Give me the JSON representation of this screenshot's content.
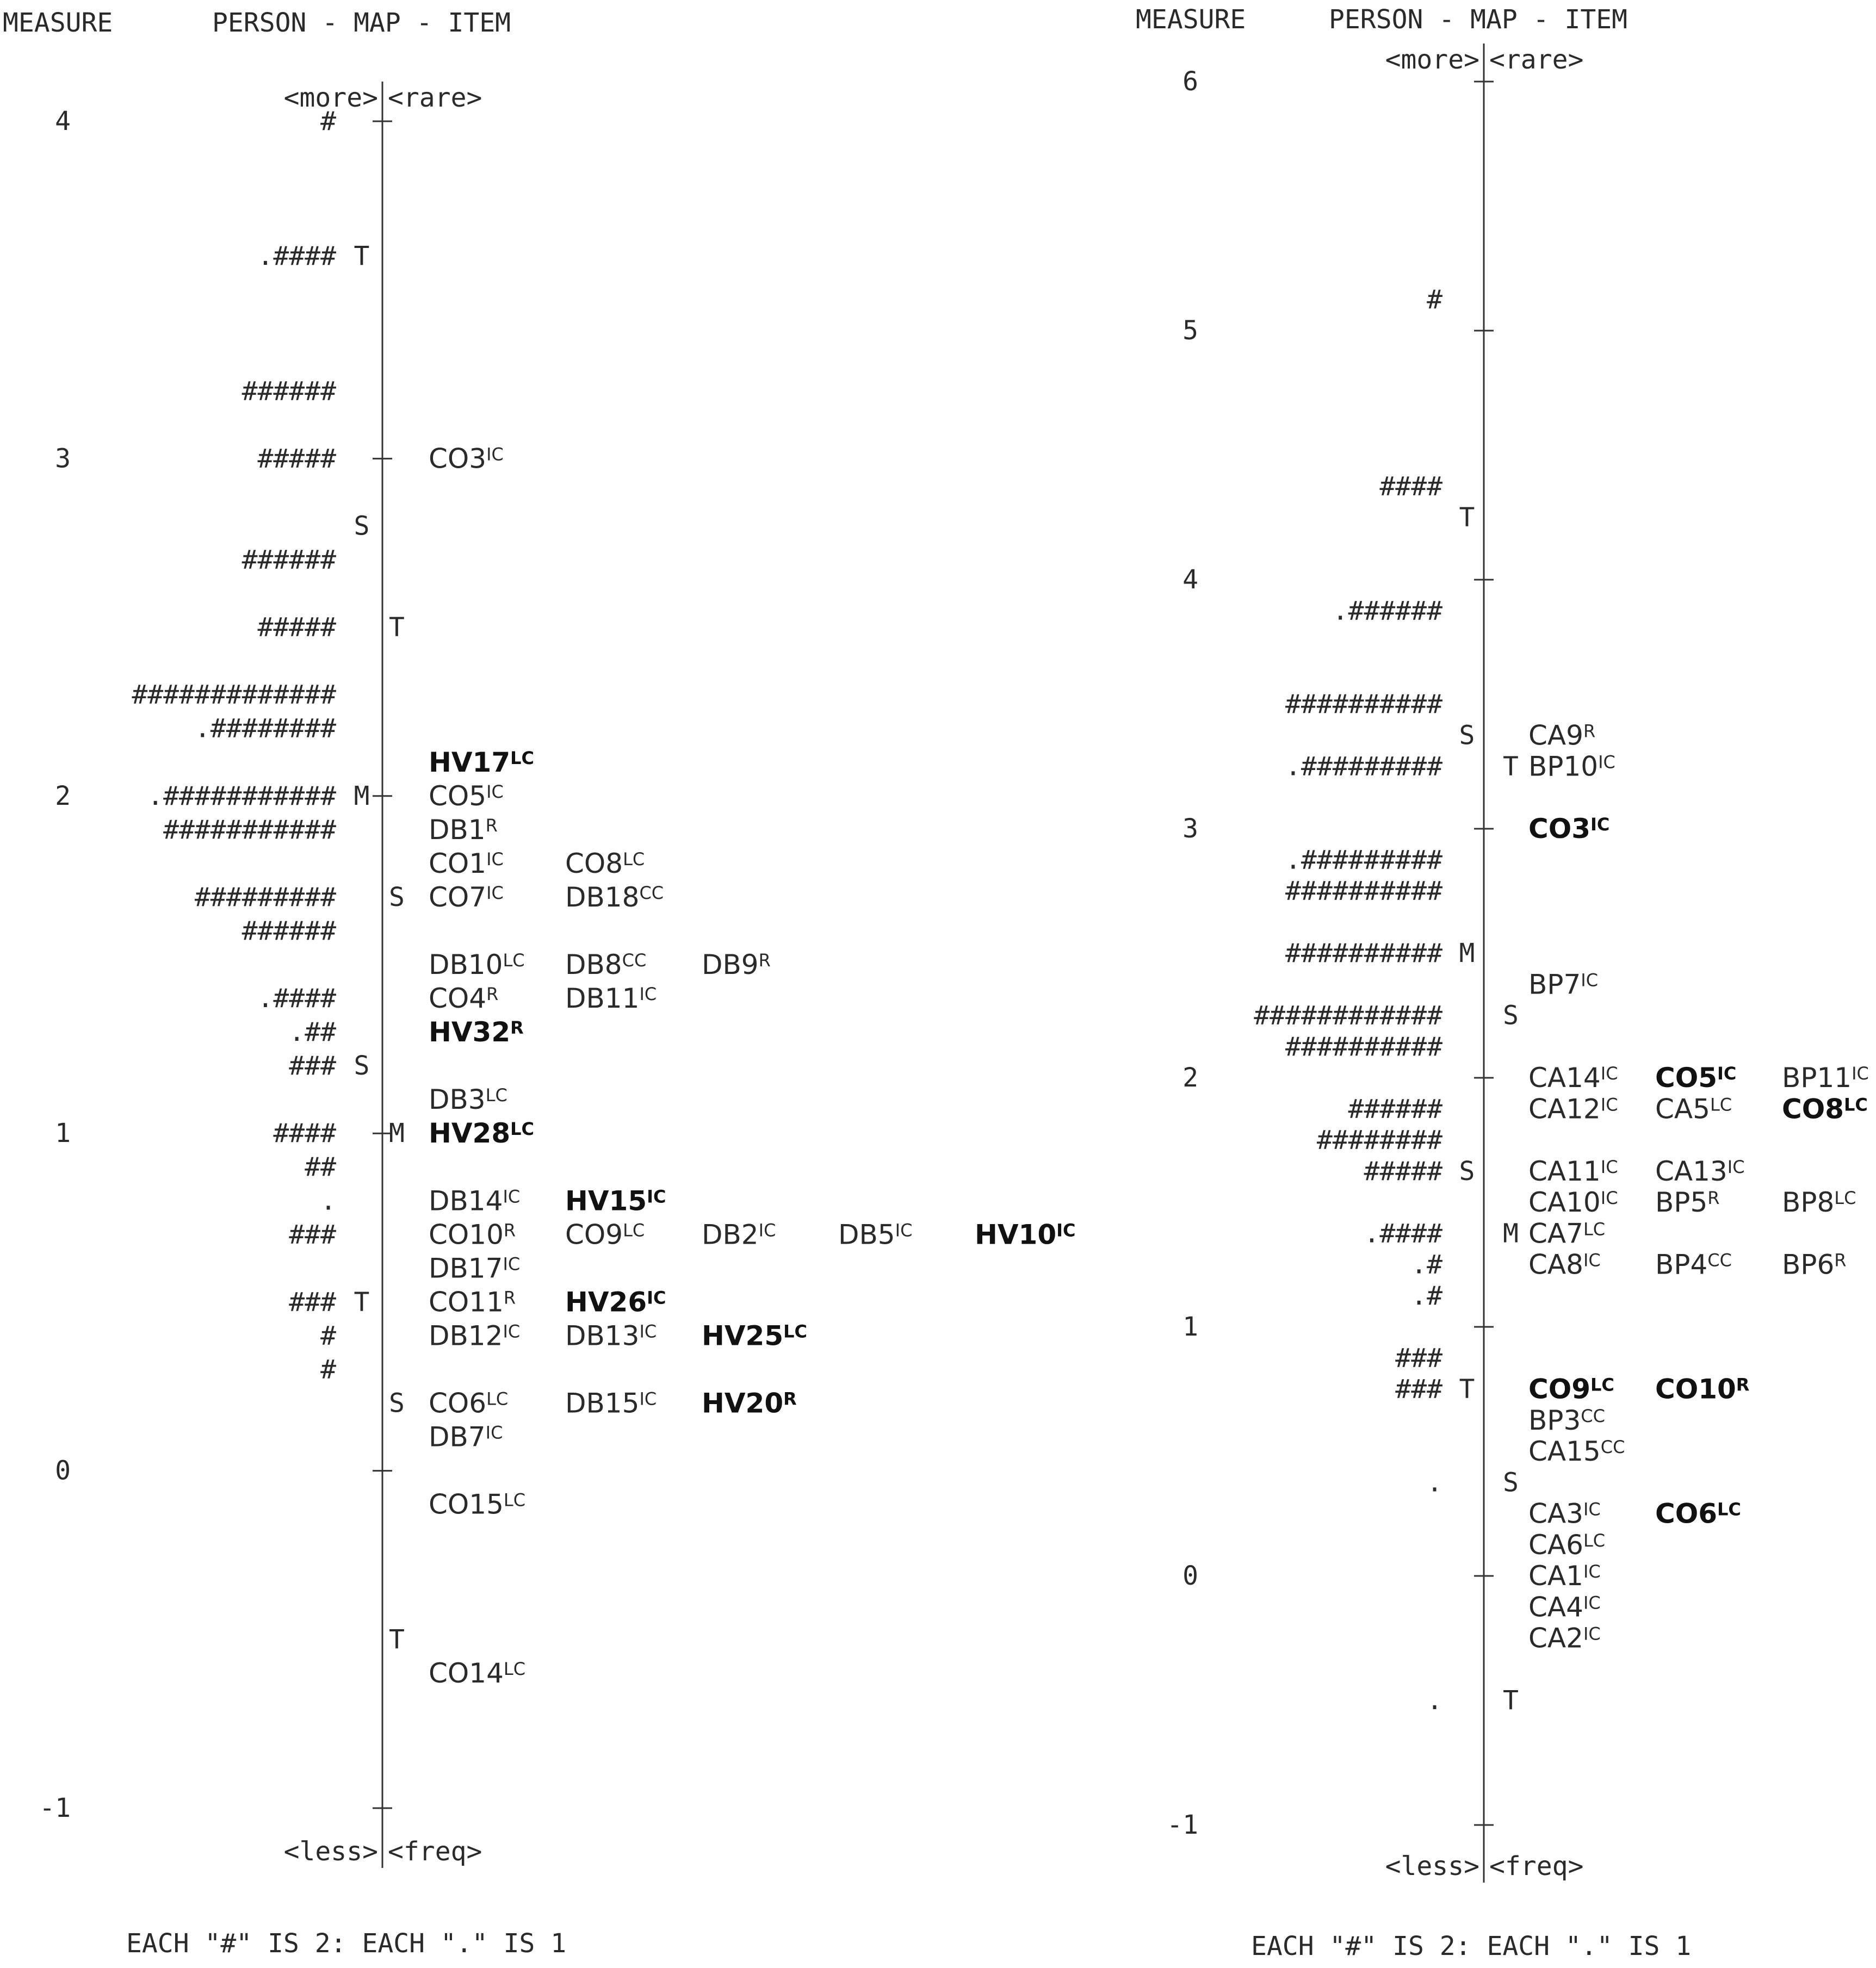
{
  "chart_data": [
    {
      "type": "wright-map",
      "header_measure": "MEASURE",
      "header_title": "PERSON - MAP - ITEM",
      "label_more": "<more>",
      "label_rare": "<rare>",
      "label_less": "<less>",
      "label_freq": "<freq>",
      "footer": "EACH \"#\" IS 2: EACH \".\" IS 1",
      "ylim": [
        -1,
        4
      ],
      "ticks": [
        4,
        3,
        2,
        1,
        0,
        -1
      ],
      "tick_labels": [
        "4",
        "3",
        "2",
        "1",
        "0",
        "-1"
      ],
      "persons": [
        {
          "y": 4.0,
          "text": "#"
        },
        {
          "y": 3.6,
          "text": ".####"
        },
        {
          "y": 3.2,
          "text": "######"
        },
        {
          "y": 3.0,
          "text": "#####"
        },
        {
          "y": 2.7,
          "text": "######"
        },
        {
          "y": 2.5,
          "text": "#####"
        },
        {
          "y": 2.3,
          "text": "#############"
        },
        {
          "y": 2.2,
          "text": ".########"
        },
        {
          "y": 2.0,
          "text": ".###########"
        },
        {
          "y": 1.9,
          "text": "###########"
        },
        {
          "y": 1.7,
          "text": "#########"
        },
        {
          "y": 1.6,
          "text": "######"
        },
        {
          "y": 1.4,
          "text": ".####"
        },
        {
          "y": 1.3,
          "text": ".##"
        },
        {
          "y": 1.2,
          "text": "###"
        },
        {
          "y": 1.0,
          "text": "####"
        },
        {
          "y": 0.9,
          "text": "##"
        },
        {
          "y": 0.8,
          "text": "."
        },
        {
          "y": 0.7,
          "text": "###"
        },
        {
          "y": 0.5,
          "text": "###"
        },
        {
          "y": 0.4,
          "text": "#"
        },
        {
          "y": 0.3,
          "text": "#"
        }
      ],
      "person_markers": [
        {
          "y": 3.6,
          "text": "T"
        },
        {
          "y": 2.8,
          "text": "S"
        },
        {
          "y": 2.0,
          "text": "M"
        },
        {
          "y": 1.2,
          "text": "S"
        },
        {
          "y": 0.5,
          "text": "T"
        }
      ],
      "item_markers": [
        {
          "y": 2.5,
          "text": "T"
        },
        {
          "y": 1.7,
          "text": "S"
        },
        {
          "y": 1.0,
          "text": "M"
        },
        {
          "y": 0.2,
          "text": "S"
        },
        {
          "y": -0.5,
          "text": "T"
        }
      ],
      "items": [
        {
          "y": 3.0,
          "col": 0,
          "name": "CO3",
          "sup": "IC",
          "bold": false
        },
        {
          "y": 2.1,
          "col": 0,
          "name": "HV17",
          "sup": "LC",
          "bold": true
        },
        {
          "y": 2.0,
          "col": 0,
          "name": "CO5",
          "sup": "IC",
          "bold": false
        },
        {
          "y": 1.9,
          "col": 0,
          "name": "DB1",
          "sup": "R",
          "bold": false
        },
        {
          "y": 1.8,
          "col": 0,
          "name": "CO1",
          "sup": "IC",
          "bold": false
        },
        {
          "y": 1.8,
          "col": 1,
          "name": "CO8",
          "sup": "LC",
          "bold": false
        },
        {
          "y": 1.7,
          "col": 0,
          "name": "CO7",
          "sup": "IC",
          "bold": false
        },
        {
          "y": 1.7,
          "col": 1,
          "name": "DB18",
          "sup": "CC",
          "bold": false
        },
        {
          "y": 1.5,
          "col": 0,
          "name": "DB10",
          "sup": "LC",
          "bold": false
        },
        {
          "y": 1.5,
          "col": 1,
          "name": "DB8",
          "sup": "CC",
          "bold": false
        },
        {
          "y": 1.5,
          "col": 2,
          "name": "DB9",
          "sup": "R",
          "bold": false
        },
        {
          "y": 1.4,
          "col": 0,
          "name": "CO4",
          "sup": "R",
          "bold": false
        },
        {
          "y": 1.4,
          "col": 1,
          "name": "DB11",
          "sup": "IC",
          "bold": false
        },
        {
          "y": 1.3,
          "col": 0,
          "name": "HV32",
          "sup": "R",
          "bold": true
        },
        {
          "y": 1.1,
          "col": 0,
          "name": "DB3",
          "sup": "LC",
          "bold": false
        },
        {
          "y": 1.0,
          "col": 0,
          "name": "HV28",
          "sup": "LC",
          "bold": true
        },
        {
          "y": 0.8,
          "col": 0,
          "name": "DB14",
          "sup": "IC",
          "bold": false
        },
        {
          "y": 0.8,
          "col": 1,
          "name": "HV15",
          "sup": "IC",
          "bold": true
        },
        {
          "y": 0.7,
          "col": 0,
          "name": "CO10",
          "sup": "R",
          "bold": false
        },
        {
          "y": 0.7,
          "col": 1,
          "name": "CO9",
          "sup": "LC",
          "bold": false
        },
        {
          "y": 0.7,
          "col": 2,
          "name": "DB2",
          "sup": "IC",
          "bold": false
        },
        {
          "y": 0.7,
          "col": 3,
          "name": "DB5",
          "sup": "IC",
          "bold": false
        },
        {
          "y": 0.7,
          "col": 4,
          "name": "HV10",
          "sup": "IC",
          "bold": true
        },
        {
          "y": 0.6,
          "col": 0,
          "name": "DB17",
          "sup": "IC",
          "bold": false
        },
        {
          "y": 0.5,
          "col": 0,
          "name": "CO11",
          "sup": "R",
          "bold": false
        },
        {
          "y": 0.5,
          "col": 1,
          "name": "HV26",
          "sup": "IC",
          "bold": true
        },
        {
          "y": 0.4,
          "col": 0,
          "name": "DB12",
          "sup": "IC",
          "bold": false
        },
        {
          "y": 0.4,
          "col": 1,
          "name": "DB13",
          "sup": "IC",
          "bold": false
        },
        {
          "y": 0.4,
          "col": 2,
          "name": "HV25",
          "sup": "LC",
          "bold": true
        },
        {
          "y": 0.2,
          "col": 0,
          "name": "CO6",
          "sup": "LC",
          "bold": false
        },
        {
          "y": 0.2,
          "col": 1,
          "name": "DB15",
          "sup": "IC",
          "bold": false
        },
        {
          "y": 0.2,
          "col": 2,
          "name": "HV20",
          "sup": "R",
          "bold": true
        },
        {
          "y": 0.1,
          "col": 0,
          "name": "DB7",
          "sup": "IC",
          "bold": false
        },
        {
          "y": -0.1,
          "col": 0,
          "name": "CO15",
          "sup": "LC",
          "bold": false
        },
        {
          "y": -0.6,
          "col": 0,
          "name": "CO14",
          "sup": "LC",
          "bold": false
        }
      ]
    },
    {
      "type": "wright-map",
      "header_measure": "MEASURE",
      "header_title": "PERSON - MAP - ITEM",
      "label_more": "<more>",
      "label_rare": "<rare>",
      "label_less": "<less>",
      "label_freq": "<freq>",
      "footer": "EACH \"#\" IS 2: EACH \".\" IS 1",
      "ylim": [
        -1,
        6
      ],
      "ticks": [
        6,
        5,
        4,
        3,
        2,
        1,
        0,
        -1
      ],
      "tick_labels": [
        "6",
        "5",
        "4",
        "3",
        "2",
        "1",
        "0",
        "-1"
      ],
      "persons": [
        {
          "y": 5.125,
          "text": "#"
        },
        {
          "y": 4.375,
          "text": "####"
        },
        {
          "y": 3.875,
          "text": ".######"
        },
        {
          "y": 3.5,
          "text": "##########"
        },
        {
          "y": 3.25,
          "text": ".#########"
        },
        {
          "y": 2.875,
          "text": ".#########"
        },
        {
          "y": 2.75,
          "text": "##########"
        },
        {
          "y": 2.5,
          "text": "##########"
        },
        {
          "y": 2.25,
          "text": "############"
        },
        {
          "y": 2.125,
          "text": "##########"
        },
        {
          "y": 1.875,
          "text": "######"
        },
        {
          "y": 1.75,
          "text": "########"
        },
        {
          "y": 1.625,
          "text": "#####"
        },
        {
          "y": 1.375,
          "text": ".####"
        },
        {
          "y": 1.25,
          "text": ".#"
        },
        {
          "y": 1.125,
          "text": ".#"
        },
        {
          "y": 0.875,
          "text": "###"
        },
        {
          "y": 0.75,
          "text": "###"
        },
        {
          "y": 0.375,
          "text": "."
        },
        {
          "y": -0.5,
          "text": "."
        }
      ],
      "person_markers": [
        {
          "y": 4.25,
          "text": "T"
        },
        {
          "y": 3.375,
          "text": "S"
        },
        {
          "y": 2.5,
          "text": "M"
        },
        {
          "y": 1.625,
          "text": "S"
        },
        {
          "y": 0.75,
          "text": "T"
        }
      ],
      "item_markers": [
        {
          "y": 3.25,
          "text": "T"
        },
        {
          "y": 2.25,
          "text": "S"
        },
        {
          "y": 1.375,
          "text": "M"
        },
        {
          "y": 0.375,
          "text": "S"
        },
        {
          "y": -0.5,
          "text": "T"
        }
      ],
      "items": [
        {
          "y": 3.375,
          "col": 0,
          "name": "CA9",
          "sup": "R",
          "bold": false
        },
        {
          "y": 3.25,
          "col": 0,
          "name": "BP10",
          "sup": "IC",
          "bold": false
        },
        {
          "y": 3.0,
          "col": 0,
          "name": "CO3",
          "sup": "IC",
          "bold": true
        },
        {
          "y": 2.375,
          "col": 0,
          "name": "BP7",
          "sup": "IC",
          "bold": false
        },
        {
          "y": 2.0,
          "col": 0,
          "name": "CA14",
          "sup": "IC",
          "bold": false
        },
        {
          "y": 2.0,
          "col": 1,
          "name": "CO5",
          "sup": "IC",
          "bold": true
        },
        {
          "y": 2.0,
          "col": 2,
          "name": "BP11",
          "sup": "IC",
          "bold": false
        },
        {
          "y": 1.875,
          "col": 0,
          "name": "CA12",
          "sup": "IC",
          "bold": false
        },
        {
          "y": 1.875,
          "col": 1,
          "name": "CA5",
          "sup": "LC",
          "bold": false
        },
        {
          "y": 1.875,
          "col": 2,
          "name": "CO8",
          "sup": "LC",
          "bold": true
        },
        {
          "y": 1.625,
          "col": 0,
          "name": "CA11",
          "sup": "IC",
          "bold": false
        },
        {
          "y": 1.625,
          "col": 1,
          "name": "CA13",
          "sup": "IC",
          "bold": false
        },
        {
          "y": 1.5,
          "col": 0,
          "name": "CA10",
          "sup": "IC",
          "bold": false
        },
        {
          "y": 1.5,
          "col": 1,
          "name": "BP5",
          "sup": "R",
          "bold": false
        },
        {
          "y": 1.5,
          "col": 2,
          "name": "BP8",
          "sup": "LC",
          "bold": false
        },
        {
          "y": 1.375,
          "col": 0,
          "name": "CA7",
          "sup": "LC",
          "bold": false
        },
        {
          "y": 1.25,
          "col": 0,
          "name": "CA8",
          "sup": "IC",
          "bold": false
        },
        {
          "y": 1.25,
          "col": 1,
          "name": "BP4",
          "sup": "CC",
          "bold": false
        },
        {
          "y": 1.25,
          "col": 2,
          "name": "BP6",
          "sup": "R",
          "bold": false
        },
        {
          "y": 0.75,
          "col": 0,
          "name": "CO9",
          "sup": "LC",
          "bold": true
        },
        {
          "y": 0.75,
          "col": 1,
          "name": "CO10",
          "sup": "R",
          "bold": true
        },
        {
          "y": 0.625,
          "col": 0,
          "name": "BP3",
          "sup": "CC",
          "bold": false
        },
        {
          "y": 0.5,
          "col": 0,
          "name": "CA15",
          "sup": "CC",
          "bold": false
        },
        {
          "y": 0.25,
          "col": 0,
          "name": "CA3",
          "sup": "IC",
          "bold": false
        },
        {
          "y": 0.25,
          "col": 1,
          "name": "CO6",
          "sup": "LC",
          "bold": true
        },
        {
          "y": 0.125,
          "col": 0,
          "name": "CA6",
          "sup": "LC",
          "bold": false
        },
        {
          "y": 0.0,
          "col": 0,
          "name": "CA1",
          "sup": "IC",
          "bold": false
        },
        {
          "y": -0.125,
          "col": 0,
          "name": "CA4",
          "sup": "IC",
          "bold": false
        },
        {
          "y": -0.25,
          "col": 0,
          "name": "CA2",
          "sup": "IC",
          "bold": false
        }
      ]
    }
  ]
}
